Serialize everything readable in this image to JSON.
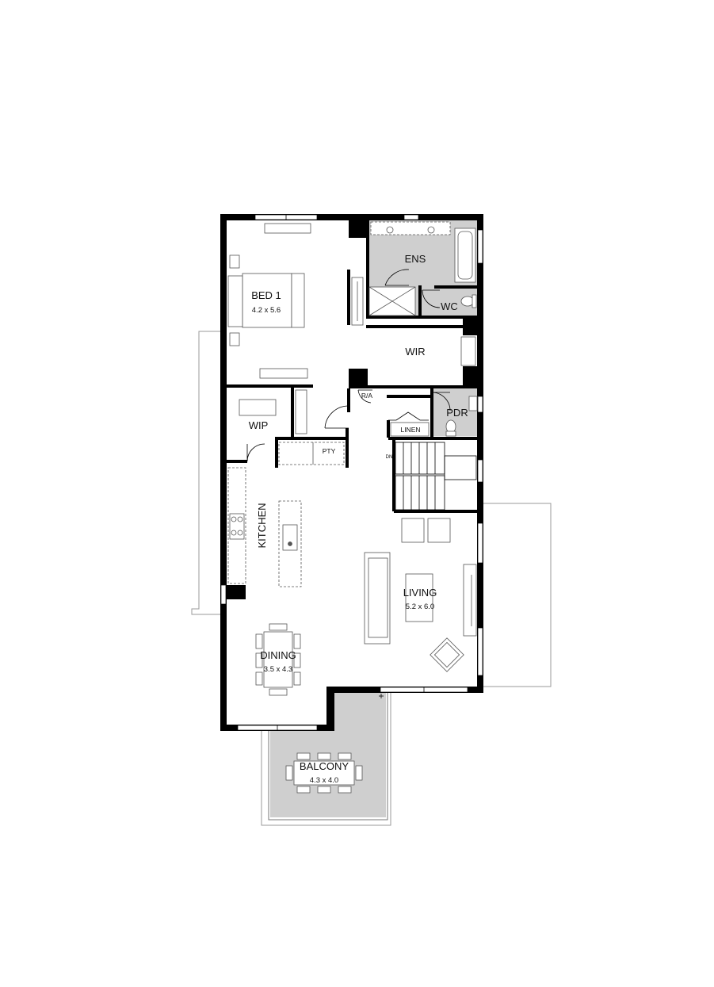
{
  "rooms": {
    "bed1": {
      "name": "BED 1",
      "size": "4.2 x 5.6"
    },
    "ens": {
      "name": "ENS"
    },
    "wc": {
      "name": "WC"
    },
    "wir": {
      "name": "WIR"
    },
    "ra": {
      "name": "R/A"
    },
    "pdr": {
      "name": "PDR"
    },
    "linen": {
      "name": "LINEN"
    },
    "wip": {
      "name": "WIP"
    },
    "pty": {
      "name": "PTY"
    },
    "dn": {
      "name": "DN"
    },
    "kitchen": {
      "name": "KITCHEN"
    },
    "living": {
      "name": "LIVING",
      "size": "5.2 x 6.0"
    },
    "dining": {
      "name": "DINING",
      "size": "3.5 x 4.3"
    },
    "balcony": {
      "name": "BALCONY",
      "size": "4.3 x 4.0"
    }
  },
  "colors": {
    "wall": "#000000",
    "wet_area": "#cfcfcf",
    "fixture_line": "#555555",
    "outline": "#9a9a9a"
  }
}
